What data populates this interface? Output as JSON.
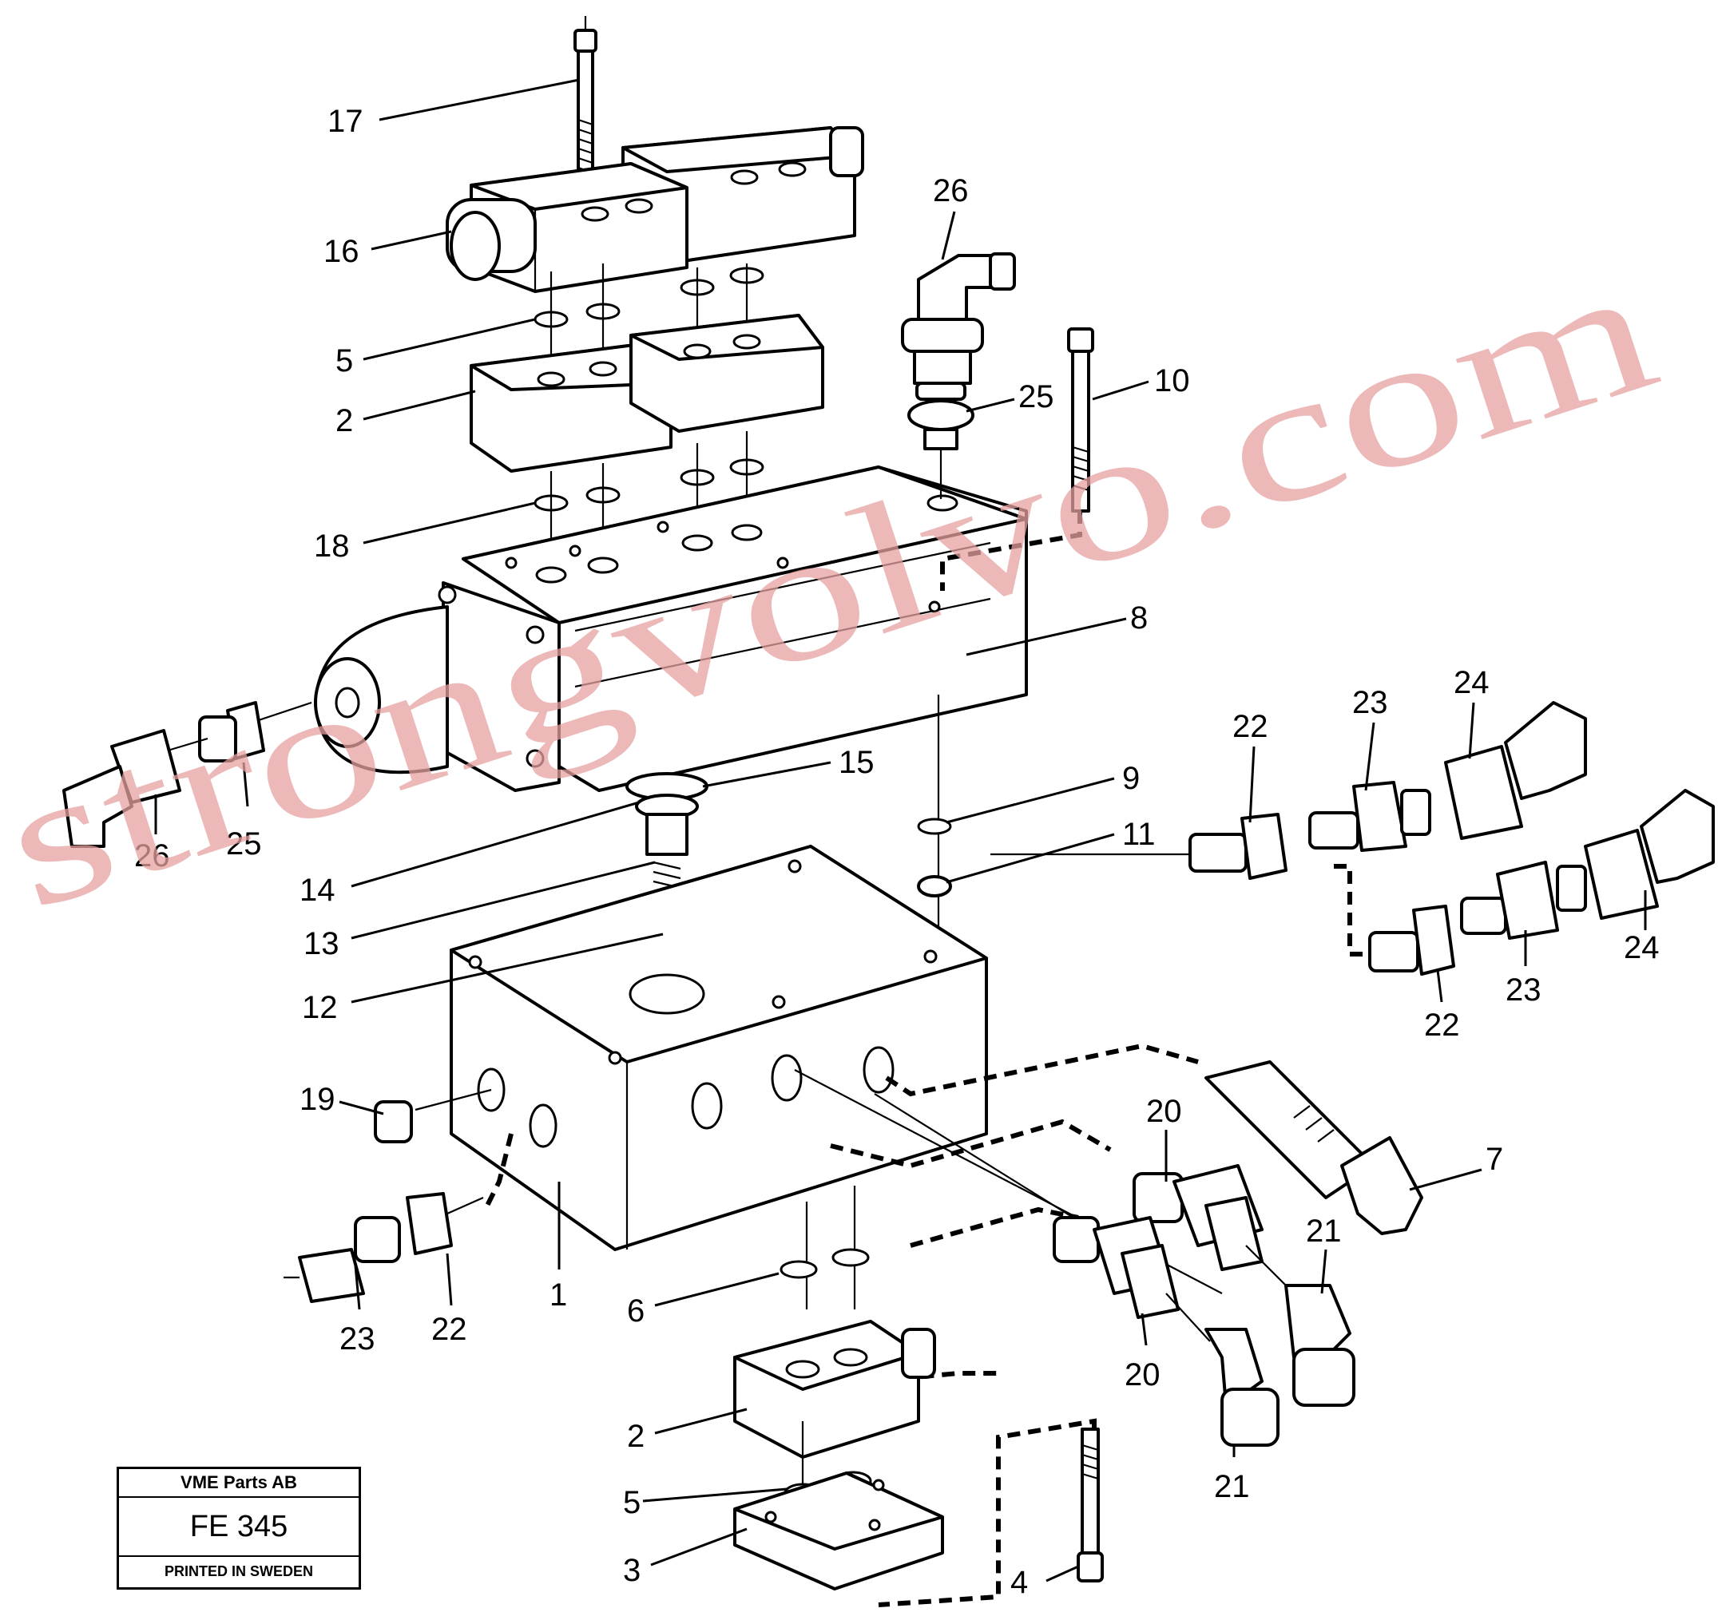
{
  "plate": {
    "company": "VME Parts AB",
    "code": "FE 345",
    "printed": "PRINTED IN SWEDEN"
  },
  "watermark": "strongvolvo.com",
  "callouts": {
    "c17": "17",
    "c16": "16",
    "c26a": "26",
    "c5a": "5",
    "c10": "10",
    "c2a": "2",
    "c25a": "25",
    "c18": "18",
    "c8": "8",
    "c24a": "24",
    "c23a": "23",
    "c22a": "22",
    "c15": "15",
    "c26b": "26",
    "c25b": "25",
    "c9": "9",
    "c11": "11",
    "c14": "14",
    "c24b": "24",
    "c13": "13",
    "c23b": "23",
    "c22b": "22",
    "c12": "12",
    "c19": "19",
    "c7": "7",
    "c20a": "20",
    "c21a": "21",
    "c1": "1",
    "c6": "6",
    "c23c": "23",
    "c22c": "22",
    "c20b": "20",
    "c2b": "2",
    "c21b": "21",
    "c5b": "5",
    "c3": "3",
    "c4": "4"
  }
}
